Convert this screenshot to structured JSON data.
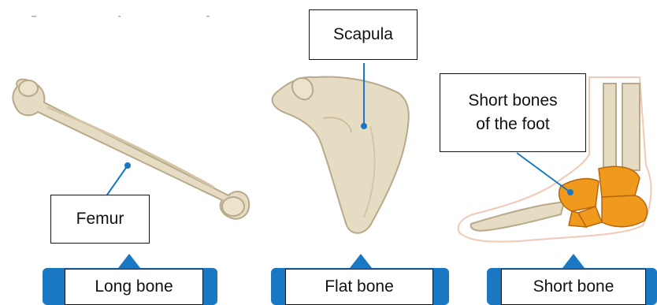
{
  "panels": [
    {
      "part_label": "Femur",
      "category_label": "Long bone"
    },
    {
      "part_label": "Scapula",
      "category_label": "Flat bone"
    },
    {
      "part_label_lines": [
        "Short bones",
        "of the foot"
      ],
      "category_label": "Short bone"
    }
  ],
  "colors": {
    "bone": "#e6dcc4",
    "bone_outline": "#b7a98a",
    "highlight": "#ef9a1c",
    "pointer_line": "#1a78c2",
    "tab": "#1a78c2",
    "skin_outline": "#f0c9b8"
  }
}
